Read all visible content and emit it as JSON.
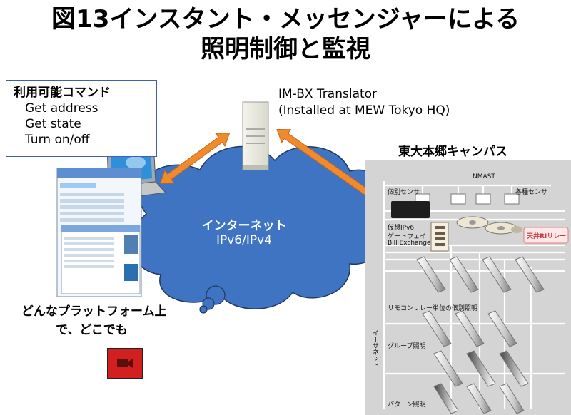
{
  "title": {
    "line1": "図13インスタント・メッセンジャーによる",
    "line2": "照明制御と監視"
  },
  "commands": {
    "heading": "利用可能コマンド",
    "items": [
      "Get address",
      "Get state",
      "Turn on/off"
    ]
  },
  "translator": {
    "name": "IM-BX Translator",
    "location": "(Installed at MEW Tokyo HQ)"
  },
  "internet": {
    "label": "インターネット",
    "protocol": "IPv6/IPv4"
  },
  "platform": {
    "line1": "どんなプラットフォーム上",
    "line2": "で、どこでも"
  },
  "campus": {
    "title": "東大本郷キャンパス",
    "nmast": "NMAST",
    "individual_sensor": "個別センサ",
    "various_sensors": "各種センサ",
    "gateway_line1": "仮想IPv6",
    "gateway_line2": "ゲートウェイ",
    "gateway_line3": "Bill Exchange",
    "relay": "天井RIリレー",
    "remote_relay_lighting": "リモコンリレー単位の個別照明",
    "group_lighting": "グループ照明",
    "pattern_lighting": "パターン照明",
    "ethernet": "イーサネット"
  },
  "colors": {
    "cloud": "#3f74c2",
    "arrow": "#f08a2c",
    "box_border": "#3f5fb0",
    "campus_bg": "#d4d4d4",
    "camera": "#d21f1f"
  }
}
